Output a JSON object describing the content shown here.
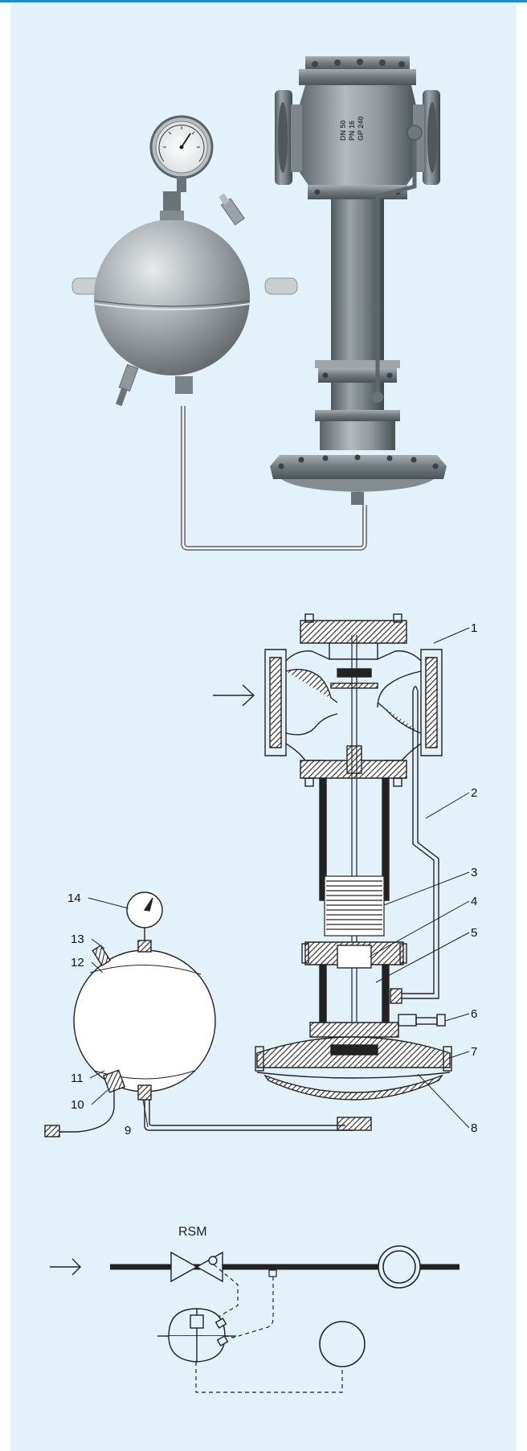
{
  "colors": {
    "top_bar": "#1f8ad1",
    "panel_background": "#e3f1fb",
    "metal_light": "#d0d3d4",
    "metal_dark": "#5f6970"
  },
  "photo": {
    "valve_casting_marks": [
      "DN 50",
      "PN 16",
      "GP 240"
    ]
  },
  "drawing": {
    "part_numbers": [
      "1",
      "2",
      "3",
      "4",
      "5",
      "6",
      "7",
      "8",
      "9",
      "10",
      "11",
      "12",
      "13",
      "14"
    ]
  },
  "schematic": {
    "valve_label": "RSM"
  }
}
